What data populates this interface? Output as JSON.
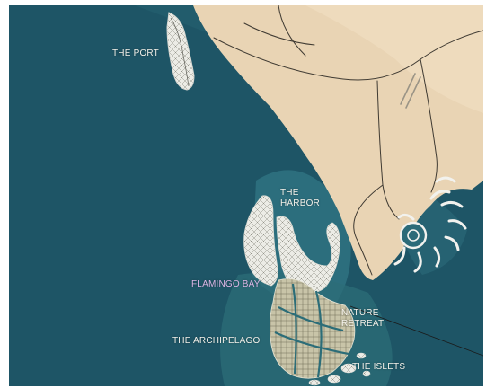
{
  "labels": {
    "port": "THE PORT",
    "harbor": [
      "THE",
      "HARBOR"
    ],
    "flamingo": "FLAMINGO BAY",
    "nature": [
      "NATURE",
      "RETREAT"
    ],
    "archipelago": "THE ARCHIPELAGO",
    "islets": "THE ISLETS"
  },
  "colors": {
    "sea": "#1e5566",
    "shallows": "#2f7483",
    "desert": "#e9d4b4",
    "development": "#e8e8e2",
    "label_default": "#f3f1ea",
    "label_flamingo": "#dcb6e6"
  }
}
